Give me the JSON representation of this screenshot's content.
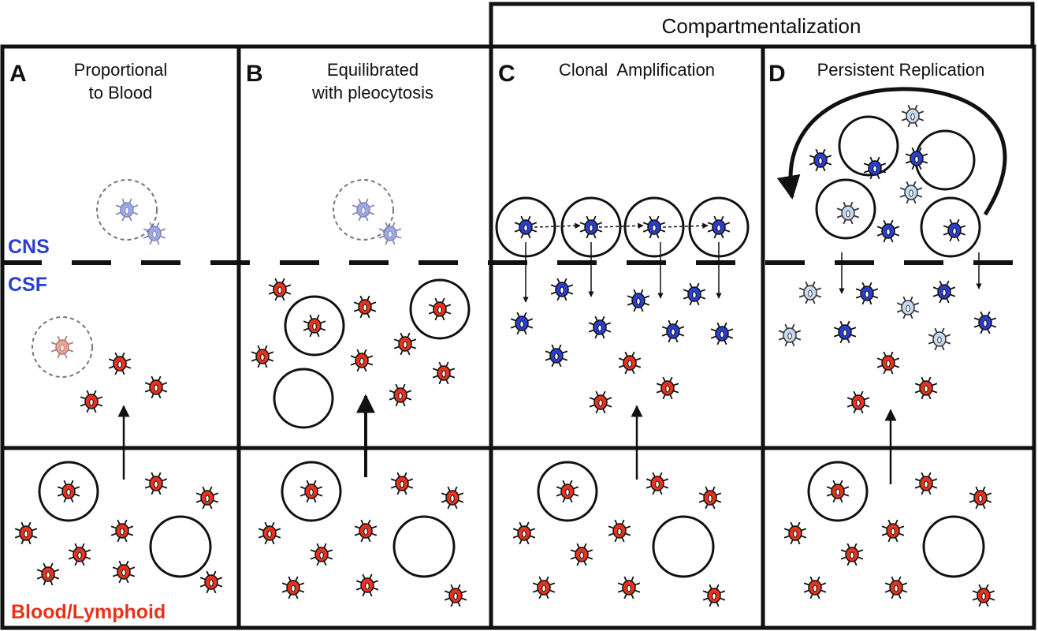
{
  "header": {
    "compartmentalization": "Compartmentalization"
  },
  "regions": {
    "cns": "CNS",
    "csf": "CSF",
    "blood": "Blood/Lymphoid"
  },
  "panels": [
    {
      "letter": "A",
      "title_lines": [
        "Proportional",
        "to Blood"
      ]
    },
    {
      "letter": "B",
      "title_lines": [
        "Equilibrated",
        "with pleocytosis"
      ]
    },
    {
      "letter": "C",
      "title_lines": [
        "Clonal  Amplification"
      ]
    },
    {
      "letter": "D",
      "title_lines": [
        "Persistent Replication"
      ]
    }
  ],
  "colors": {
    "blood_cell": "#e8321c",
    "cns_cell": "#2a3fd0",
    "light_cell": "#c6daf4",
    "faded_blue": "#8c99e0",
    "faded_red": "#ee8f7e",
    "region_cns": "#2a3fd0",
    "region_blood": "#e8321c"
  }
}
